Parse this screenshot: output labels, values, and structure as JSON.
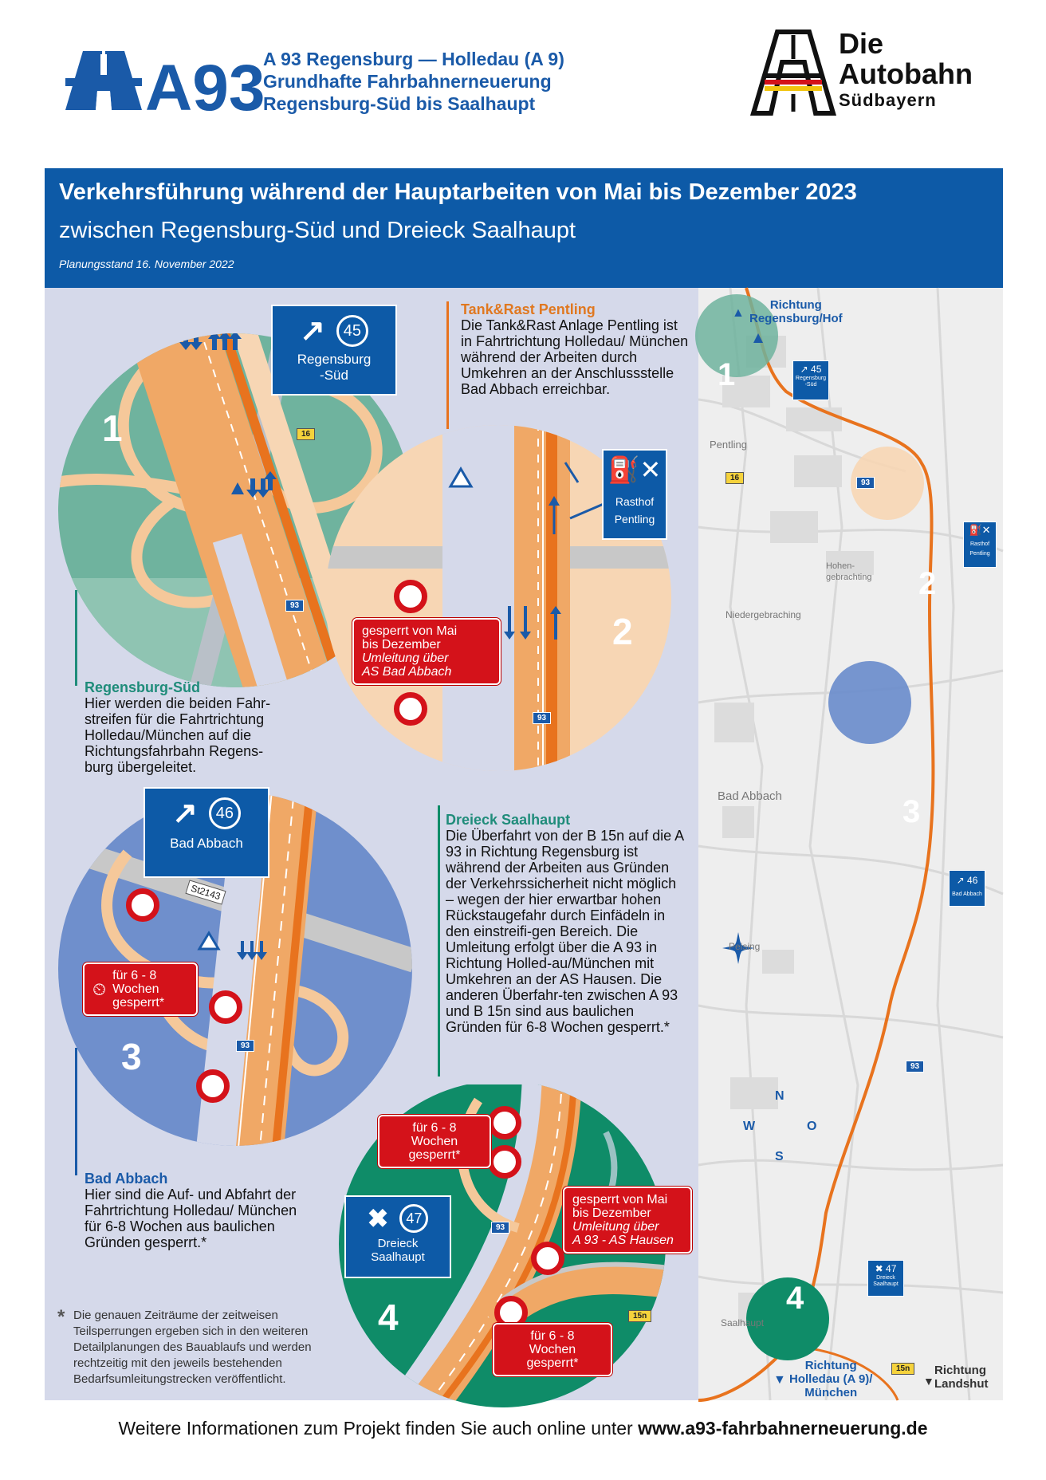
{
  "header": {
    "logo_text": "A93",
    "title_lines": [
      "A 93 Regensburg — Holledau (A 9)",
      "Grundhafte Fahrbahnerneuerung",
      "Regensburg-Süd bis Saalhaupt"
    ],
    "brand": {
      "line1": "Die",
      "line2": "Autobahn",
      "line3": "Südbayern"
    }
  },
  "banner": {
    "title": "Verkehrsführung während der Hauptarbeiten von Mai bis Dezember 2023",
    "subtitle": "zwischen Regensburg-Süd und Dreieck Saalhaupt",
    "status": "Planungsstand 16. November 2022"
  },
  "sections": {
    "s1": {
      "number": "1",
      "sign_number": "45",
      "sign_label_1": "Regensburg",
      "sign_label_2": "-Süd",
      "road_a93": "93",
      "road_16": "16",
      "title": "Regensburg-Süd",
      "body": "Hier werden die beiden Fahr-streifen für die Fahrtrichtung Holledau/München auf die Richtungsfahrbahn Regens-burg übergeleitet."
    },
    "s2": {
      "number": "2",
      "title": "Tank&Rast Pentling",
      "body": "Die Tank&Rast Anlage Pentling ist in Fahrtrichtung Holledau/ München während der Arbeiten durch Umkehren an der Anschlussstelle Bad Abbach erreichbar.",
      "sign_label_1": "Rasthof",
      "sign_label_2": "Pentling",
      "closure_line1": "gesperrt von Mai",
      "closure_line2": "bis Dezember",
      "closure_line3": "Umleitung über",
      "closure_line4": "AS Bad Abbach",
      "road_a93": "93"
    },
    "s3": {
      "number": "3",
      "sign_number": "46",
      "sign_label": "Bad Abbach",
      "road_st": "St2143",
      "road_a93": "93",
      "closure_line1": "für 6 - 8",
      "closure_line2": "Wochen",
      "closure_line3": "gesperrt*",
      "title": "Bad Abbach",
      "body": "Hier sind die Auf- und Abfahrt der Fahrtrichtung Holledau/ München für 6-8 Wochen aus baulichen Gründen gesperrt.*"
    },
    "s4": {
      "number": "4",
      "sign_number": "47",
      "sign_label_1": "Dreieck",
      "sign_label_2": "Saalhaupt",
      "road_a93": "93",
      "road_15n": "15n",
      "closure_a_line1": "für 6 - 8",
      "closure_a_line2": "Wochen",
      "closure_a_line3": "gesperrt*",
      "closure_b_line1": "gesperrt von Mai",
      "closure_b_line2": "bis Dezember",
      "closure_b_line3": "Umleitung über",
      "closure_b_line4": "A 93 - AS Hausen",
      "closure_c_line1": "für 6 - 8",
      "closure_c_line2": "Wochen",
      "closure_c_line3": "gesperrt*",
      "title": "Dreieck Saalhaupt",
      "body": "Die Überfahrt von der B 15n auf die A 93 in Richtung Regensburg ist während der Arbeiten aus Gründen der Verkehrssicherheit nicht möglich – wegen der hier erwartbar hohen Rückstaugefahr durch Einfädeln in den einstreifi-gen Bereich. Die Umleitung erfolgt über die A 93 in Richtung Holled-au/München mit Umkehren an der AS Hausen. Die anderen Überfahr-ten zwischen A 93 und B 15n sind aus baulichen Gründen für 6-8 Wochen gesperrt.*"
    }
  },
  "footnote": {
    "star": "*",
    "text": "Die genauen Zeiträume der zeitweisen Teilsperrungen ergeben sich in den weiteren Detailplanungen des Bauablaufs und werden rechtzeitig mit den jeweils bestehenden Bedarfsumleitungstrecken veröffentlicht."
  },
  "overview_map": {
    "dir_top_1": "Richtung",
    "dir_top_2": "Regensburg/Hof",
    "dir_bottom_1": "Richtung",
    "dir_bottom_2": "Holledau (A 9)/",
    "dir_bottom_3": "München",
    "dir_right_1": "Richtung",
    "dir_right_2": "Landshut",
    "places": {
      "pentling": "Pentling",
      "hohen1": "Hohen-",
      "hohen2": "gebrachting",
      "nieder": "Niedergebraching",
      "badabbach": "Bad Abbach",
      "peising": "Peising",
      "saalhaupt": "Saalhaupt"
    },
    "compass": {
      "n": "N",
      "s": "S",
      "w": "W",
      "o": "O"
    },
    "road_16": "16",
    "road_93": "93",
    "road_15n": "15n",
    "markers": [
      "1",
      "2",
      "3",
      "4"
    ],
    "mini_signs": {
      "s1_num": "45",
      "s1_l1": "Regensburg",
      "s1_l2": "-Süd",
      "s2_l1": "Rasthof",
      "s2_l2": "Pentling",
      "s3_num": "46",
      "s3_l1": "Bad Abbach",
      "s4_num": "47",
      "s4_l1": "Dreieck",
      "s4_l2": "Saalhaupt"
    }
  },
  "footer": {
    "text": "Weitere Informationen zum Projekt finden Sie auch online unter ",
    "url": "www.a93-fahrbahnerneuerung.de"
  },
  "colors": {
    "brand_blue": "#0d5aa7",
    "panel_bg": "#d5d9ea",
    "closure_red": "#d4121a",
    "teal": "#6fb39e",
    "peach": "#f7d6b4",
    "steel_blue": "#6f8fcc",
    "green": "#0f8c68",
    "route_orange": "#e8731e"
  }
}
